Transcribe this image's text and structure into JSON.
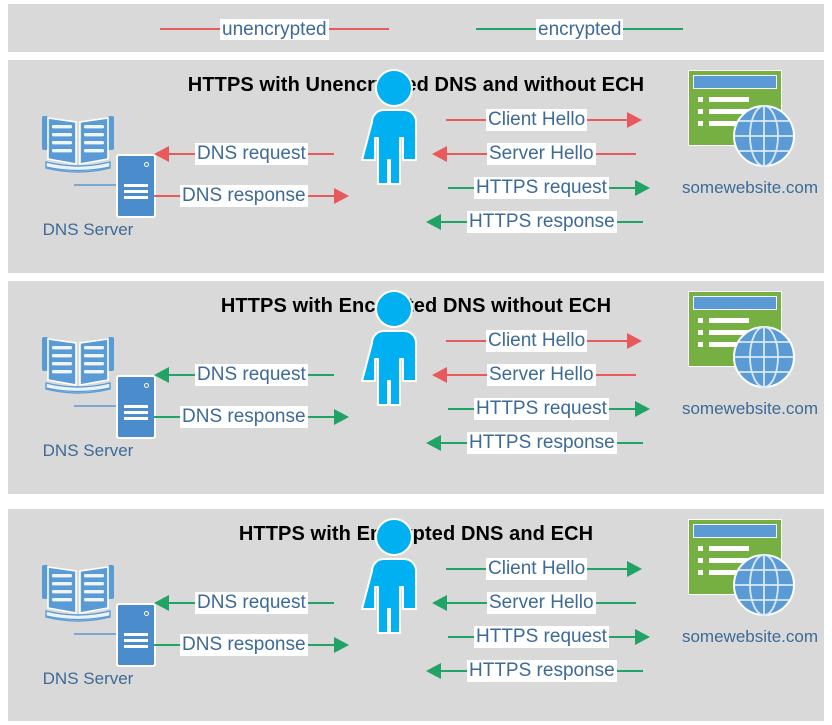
{
  "legend": {
    "items": [
      {
        "label": "unencrypted",
        "color": "#e8595c"
      },
      {
        "label": "encrypted",
        "color": "#21a366"
      }
    ]
  },
  "colors": {
    "unencrypted": "#e8595c",
    "encrypted": "#21a366",
    "panel_bg": "#d9d9d9",
    "page_bg": "#ffffff",
    "label_text": "#3d6a96",
    "person": "#00b0f0",
    "book": "#5b9bd5",
    "server": "#4a8ccc",
    "browser": "#76b043",
    "browser_titlebar": "#5b9bd5",
    "globe": "#5b9bd5"
  },
  "actors": {
    "dns_server": {
      "caption": "DNS Server",
      "icon": "dns-server-book-icon"
    },
    "user": {
      "caption": "",
      "icon": "person-icon"
    },
    "website": {
      "caption": "somewebsite.com",
      "icon": "website-browser-globe-icon"
    }
  },
  "panels": [
    {
      "title": "HTTPS with Unencrypted DNS and without ECH",
      "left_flows": [
        {
          "label": "DNS request",
          "direction": "left",
          "color": "#e8595c"
        },
        {
          "label": "DNS response",
          "direction": "right",
          "color": "#e8595c"
        }
      ],
      "right_flows": [
        {
          "label": "Client Hello",
          "direction": "right",
          "color": "#e8595c"
        },
        {
          "label": "Server Hello",
          "direction": "left",
          "color": "#e8595c"
        },
        {
          "label": "HTTPS request",
          "direction": "right",
          "color": "#21a366"
        },
        {
          "label": "HTTPS response",
          "direction": "left",
          "color": "#21a366"
        }
      ]
    },
    {
      "title": "HTTPS with Encrypted DNS without ECH",
      "left_flows": [
        {
          "label": "DNS request",
          "direction": "left",
          "color": "#21a366"
        },
        {
          "label": "DNS response",
          "direction": "right",
          "color": "#21a366"
        }
      ],
      "right_flows": [
        {
          "label": "Client Hello",
          "direction": "right",
          "color": "#e8595c"
        },
        {
          "label": "Server Hello",
          "direction": "left",
          "color": "#e8595c"
        },
        {
          "label": "HTTPS request",
          "direction": "right",
          "color": "#21a366"
        },
        {
          "label": "HTTPS response",
          "direction": "left",
          "color": "#21a366"
        }
      ]
    },
    {
      "title": "HTTPS with Encrypted DNS and ECH",
      "left_flows": [
        {
          "label": "DNS request",
          "direction": "left",
          "color": "#21a366"
        },
        {
          "label": "DNS response",
          "direction": "right",
          "color": "#21a366"
        }
      ],
      "right_flows": [
        {
          "label": "Client Hello",
          "direction": "right",
          "color": "#21a366"
        },
        {
          "label": "Server Hello",
          "direction": "left",
          "color": "#21a366"
        },
        {
          "label": "HTTPS request",
          "direction": "right",
          "color": "#21a366"
        },
        {
          "label": "HTTPS response",
          "direction": "left",
          "color": "#21a366"
        }
      ]
    }
  ]
}
